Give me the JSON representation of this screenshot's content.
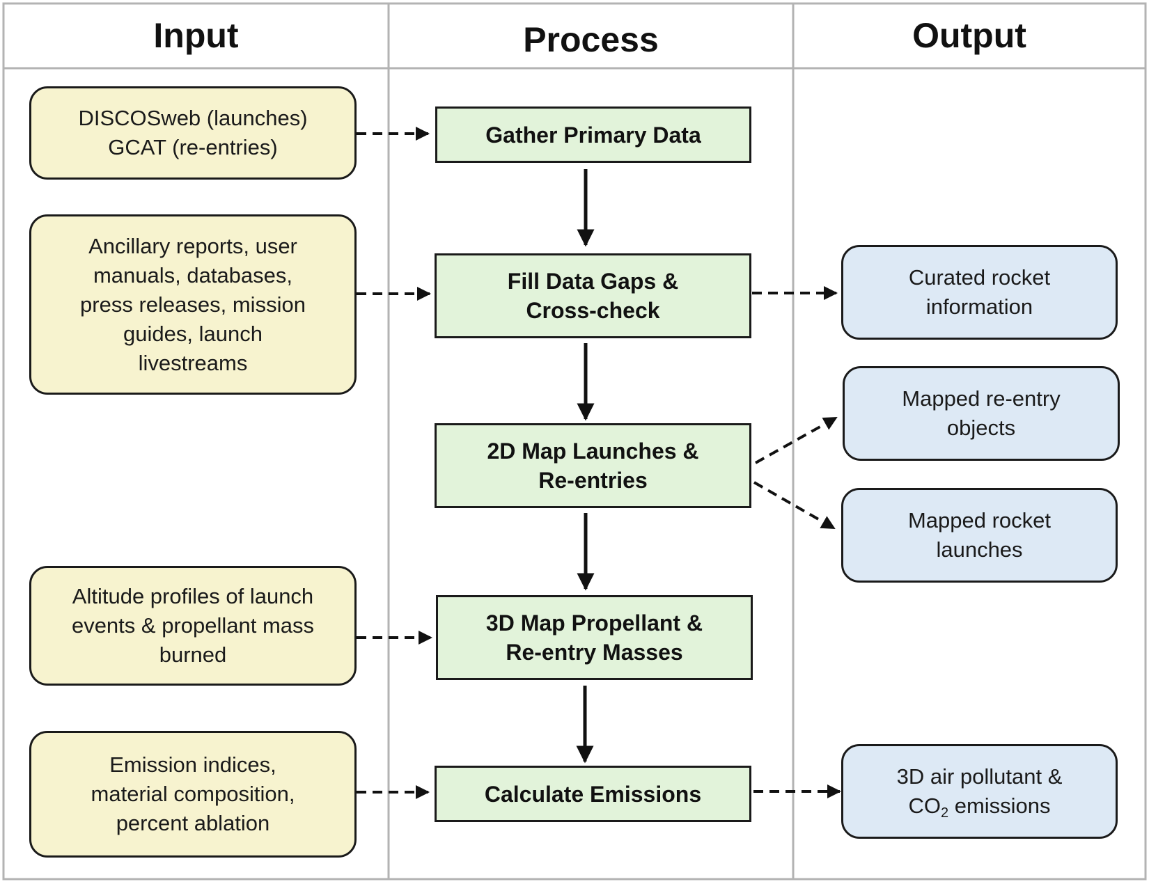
{
  "columns": {
    "input": "Input",
    "process": "Process",
    "output": "Output"
  },
  "inputs": {
    "primary_sources": "DISCOSweb (launches)\nGCAT (re-entries)",
    "ancillary": "Ancillary reports, user\nmanuals, databases,\npress releases, mission\nguides, launch\nlivestreams",
    "altitude_profiles": "Altitude profiles of launch\nevents & propellant mass\nburned",
    "emission_indices": "Emission indices,\nmaterial composition,\npercent ablation"
  },
  "process": {
    "gather": "Gather Primary Data",
    "fill_gaps": "Fill Data Gaps &\nCross-check",
    "map_2d": "2D Map Launches &\nRe-entries",
    "map_3d": "3D Map Propellant &\nRe-entry Masses",
    "calculate": "Calculate Emissions"
  },
  "outputs": {
    "curated": "Curated rocket\ninformation",
    "mapped_reentry": "Mapped re-entry\nobjects",
    "mapped_launches": "Mapped rocket\nlaunches",
    "emissions_line1": "3D air pollutant &",
    "emissions_co": "CO",
    "emissions_sub": "2",
    "emissions_rest": " emissions"
  },
  "colors": {
    "input_fill": "#f7f3cf",
    "process_fill": "#e2f3da",
    "output_fill": "#dde9f5",
    "border": "#1a1a1a",
    "grid": "#b3b3b3"
  }
}
